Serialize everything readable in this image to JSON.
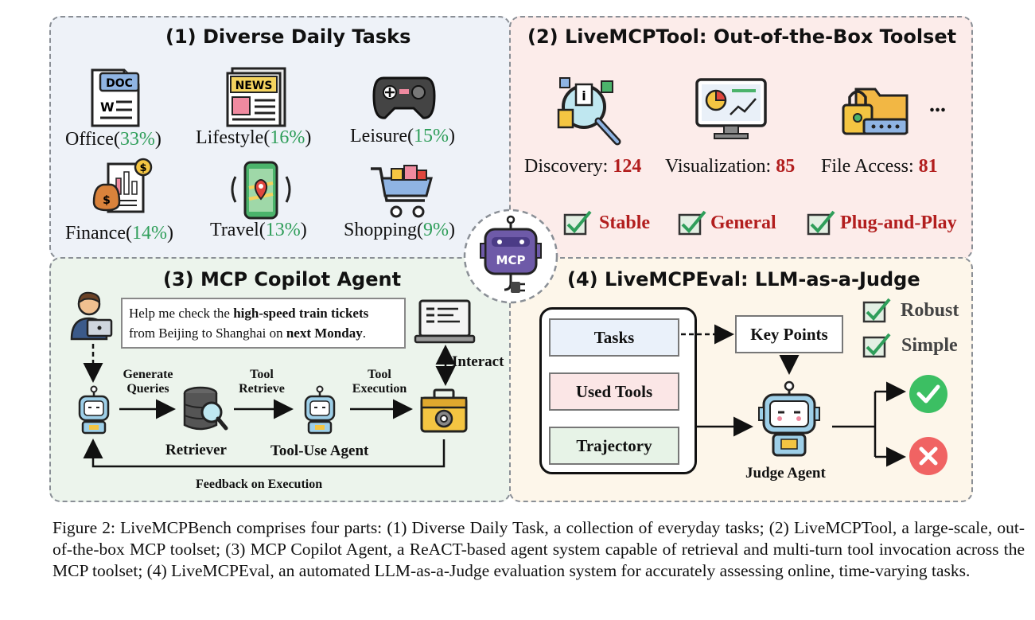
{
  "panel1": {
    "title": "(1) Diverse Daily Tasks",
    "doc_text": "DOC",
    "news_text": "NEWS",
    "categories": [
      {
        "name": "Office",
        "pct": "33%"
      },
      {
        "name": "Lifestyle",
        "pct": "16%"
      },
      {
        "name": "Leisure",
        "pct": "15%"
      },
      {
        "name": "Finance",
        "pct": "14%"
      },
      {
        "name": "Travel",
        "pct": "13%"
      },
      {
        "name": "Shopping",
        "pct": "9%"
      }
    ]
  },
  "panel2": {
    "title": "(2) LiveMCPTool: Out-of-the-Box Toolset",
    "ellipsis": "...",
    "tools": [
      {
        "name": "Discovery",
        "count": "124"
      },
      {
        "name": "Visualization",
        "count": "85"
      },
      {
        "name": "File Access",
        "count": "81"
      }
    ],
    "features": [
      "Stable",
      "General",
      "Plug-and-Play"
    ]
  },
  "center_badge": "MCP",
  "panel3": {
    "title": "(3) MCP Copilot Agent",
    "query_parts": [
      "Help me check the ",
      "high-speed train tickets",
      "from Beijing to Shanghai on ",
      "next Monday",
      "."
    ],
    "interact": "Interact",
    "generate_line1": "Generate",
    "generate_line2": "Queries",
    "retrieve_line1": "Tool",
    "retrieve_line2": "Retrieve",
    "execution_line1": "Tool",
    "execution_line2": "Execution",
    "retriever": "Retriever",
    "tool_use_agent": "Tool-Use Agent",
    "feedback": "Feedback on Execution"
  },
  "panel4": {
    "title": "(4) LiveMCPEval: LLM-as-a-Judge",
    "boxes": [
      "Tasks",
      "Used Tools",
      "Trajectory"
    ],
    "key_points": "Key Points",
    "judge": "Judge Agent",
    "features": [
      "Robust",
      "Simple"
    ]
  },
  "caption": "Figure 2: LiveMCPBench comprises four parts: (1) Diverse Daily Task, a collection of everyday tasks; (2) LiveMCPTool, a large-scale, out-of-the-box MCP toolset; (3) MCP Copilot Agent, a ReACT-based agent system capable of retrieval and multi-turn tool invocation across the MCP toolset; (4) LiveMCPEval, an automated LLM-as-a-Judge evaluation system for accurately assessing online, time-varying tasks."
}
